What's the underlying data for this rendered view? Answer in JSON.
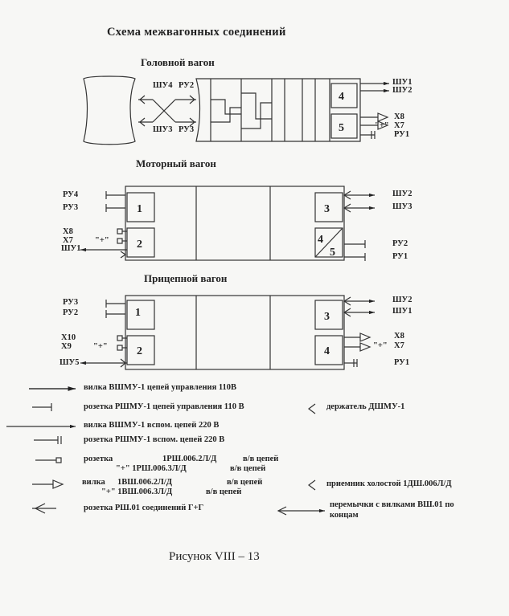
{
  "title": "Схема  межвагонных соединений",
  "sections": {
    "head": {
      "title": "Головной  вагон",
      "labels": {
        "shu4": "ШУ4",
        "ru2": "РУ2",
        "shu3": "ШУ3",
        "ru3": "РУ3",
        "shu1": "ШУ1",
        "shu2": "ШУ2",
        "x8": "Х8",
        "x7": "Х7",
        "plus": "\"+\"",
        "ru1": "РУ1"
      },
      "blocks": {
        "b4": "4",
        "b5": "5"
      }
    },
    "motor": {
      "title": "Моторный  вагон",
      "labels": {
        "ru4": "РУ4",
        "ru3": "РУ3",
        "x8": "Х8",
        "x7": "Х7",
        "plus": "\"+\"",
        "shu1": "ШУ1",
        "shu2": "ШУ2",
        "shu3": "ШУ3",
        "ru2": "РУ2",
        "ru1": "РУ1"
      },
      "blocks": {
        "b1": "1",
        "b2": "2",
        "b3": "3",
        "b4": "4",
        "b5": "5"
      }
    },
    "trailer": {
      "title": "Прицепной  вагон",
      "labels": {
        "ru3": "РУ3",
        "ru2": "РУ2",
        "x10": "Х10",
        "x9": "Х9",
        "plus": "\"+\"",
        "shu5": "ШУ5",
        "shu2": "ШУ2",
        "shu1": "ШУ1",
        "x8": "Х8",
        "x7": "Х7",
        "plus2": "\"+\"",
        "ru1": "РУ1"
      },
      "blocks": {
        "b1": "1",
        "b2": "2",
        "b3": "3",
        "b4": "4"
      }
    }
  },
  "legend": {
    "vshmu_110": "вилка ВШМУ-1 цепей управления 110В",
    "rshmu_110": "розетка РШМУ-1 цепей управления 110 В",
    "holder": "держатель ДШМУ-1",
    "vshmu_220": "вилка ВШМУ-1 вспом. цепей 220 В",
    "rshmu_220": "розетка РШМУ-1 вспом. цепей 220 В",
    "socket_word": "розетка",
    "socket_code1": "1РШ.006.2Л/Д",
    "socket_note1": "в/в цепей",
    "socket_code2": "\"+\"   1РШ.006.3Л/Д",
    "socket_note2": "в/в цепей",
    "plug_word": "вилка",
    "plug_code1": "1ВШ.006.2Л/Д",
    "plug_note1": "в/в цепей",
    "plug_code2": "\"+\"  1ВШ.006.3Л/Д",
    "plug_note2": "в/в цепей",
    "receiver": "приемник холостой 1ДШ.006Л/Д",
    "rsh01": "розетка РШ.01  соединений Г+Г",
    "jumper1": "перемычки с вилками ВШ.01 по",
    "jumper2": "концам"
  },
  "caption": "Рисунок  VIII – 13"
}
